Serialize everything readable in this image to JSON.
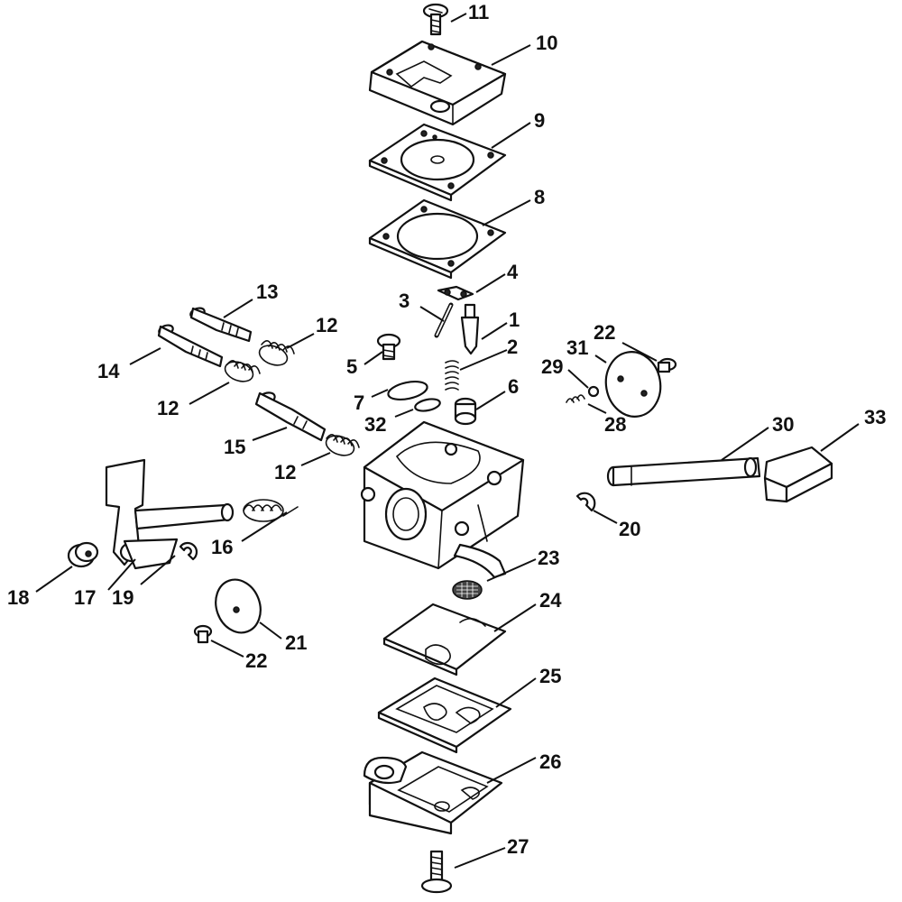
{
  "diagram": {
    "callouts": [
      {
        "id": "c11",
        "number": "11"
      },
      {
        "id": "c10",
        "number": "10"
      },
      {
        "id": "c9",
        "number": "9"
      },
      {
        "id": "c8",
        "number": "8"
      },
      {
        "id": "c4",
        "number": "4"
      },
      {
        "id": "c13",
        "number": "13"
      },
      {
        "id": "c3",
        "number": "3"
      },
      {
        "id": "c1",
        "number": "1"
      },
      {
        "id": "c12a",
        "number": "12"
      },
      {
        "id": "c14",
        "number": "14"
      },
      {
        "id": "c5",
        "number": "5"
      },
      {
        "id": "c2",
        "number": "2"
      },
      {
        "id": "c22a",
        "number": "22"
      },
      {
        "id": "c31",
        "number": "31"
      },
      {
        "id": "c29",
        "number": "29"
      },
      {
        "id": "c12b",
        "number": "12"
      },
      {
        "id": "c7",
        "number": "7"
      },
      {
        "id": "c6",
        "number": "6"
      },
      {
        "id": "c32",
        "number": "32"
      },
      {
        "id": "c28",
        "number": "28"
      },
      {
        "id": "c30",
        "number": "30"
      },
      {
        "id": "c33",
        "number": "33"
      },
      {
        "id": "c15",
        "number": "15"
      },
      {
        "id": "c12c",
        "number": "12"
      },
      {
        "id": "c16",
        "number": "16"
      },
      {
        "id": "c20",
        "number": "20"
      },
      {
        "id": "c23",
        "number": "23"
      },
      {
        "id": "c18",
        "number": "18"
      },
      {
        "id": "c17",
        "number": "17"
      },
      {
        "id": "c19",
        "number": "19"
      },
      {
        "id": "c24",
        "number": "24"
      },
      {
        "id": "c21",
        "number": "21"
      },
      {
        "id": "c22b",
        "number": "22"
      },
      {
        "id": "c25",
        "number": "25"
      },
      {
        "id": "c26",
        "number": "26"
      },
      {
        "id": "c27",
        "number": "27"
      }
    ]
  }
}
